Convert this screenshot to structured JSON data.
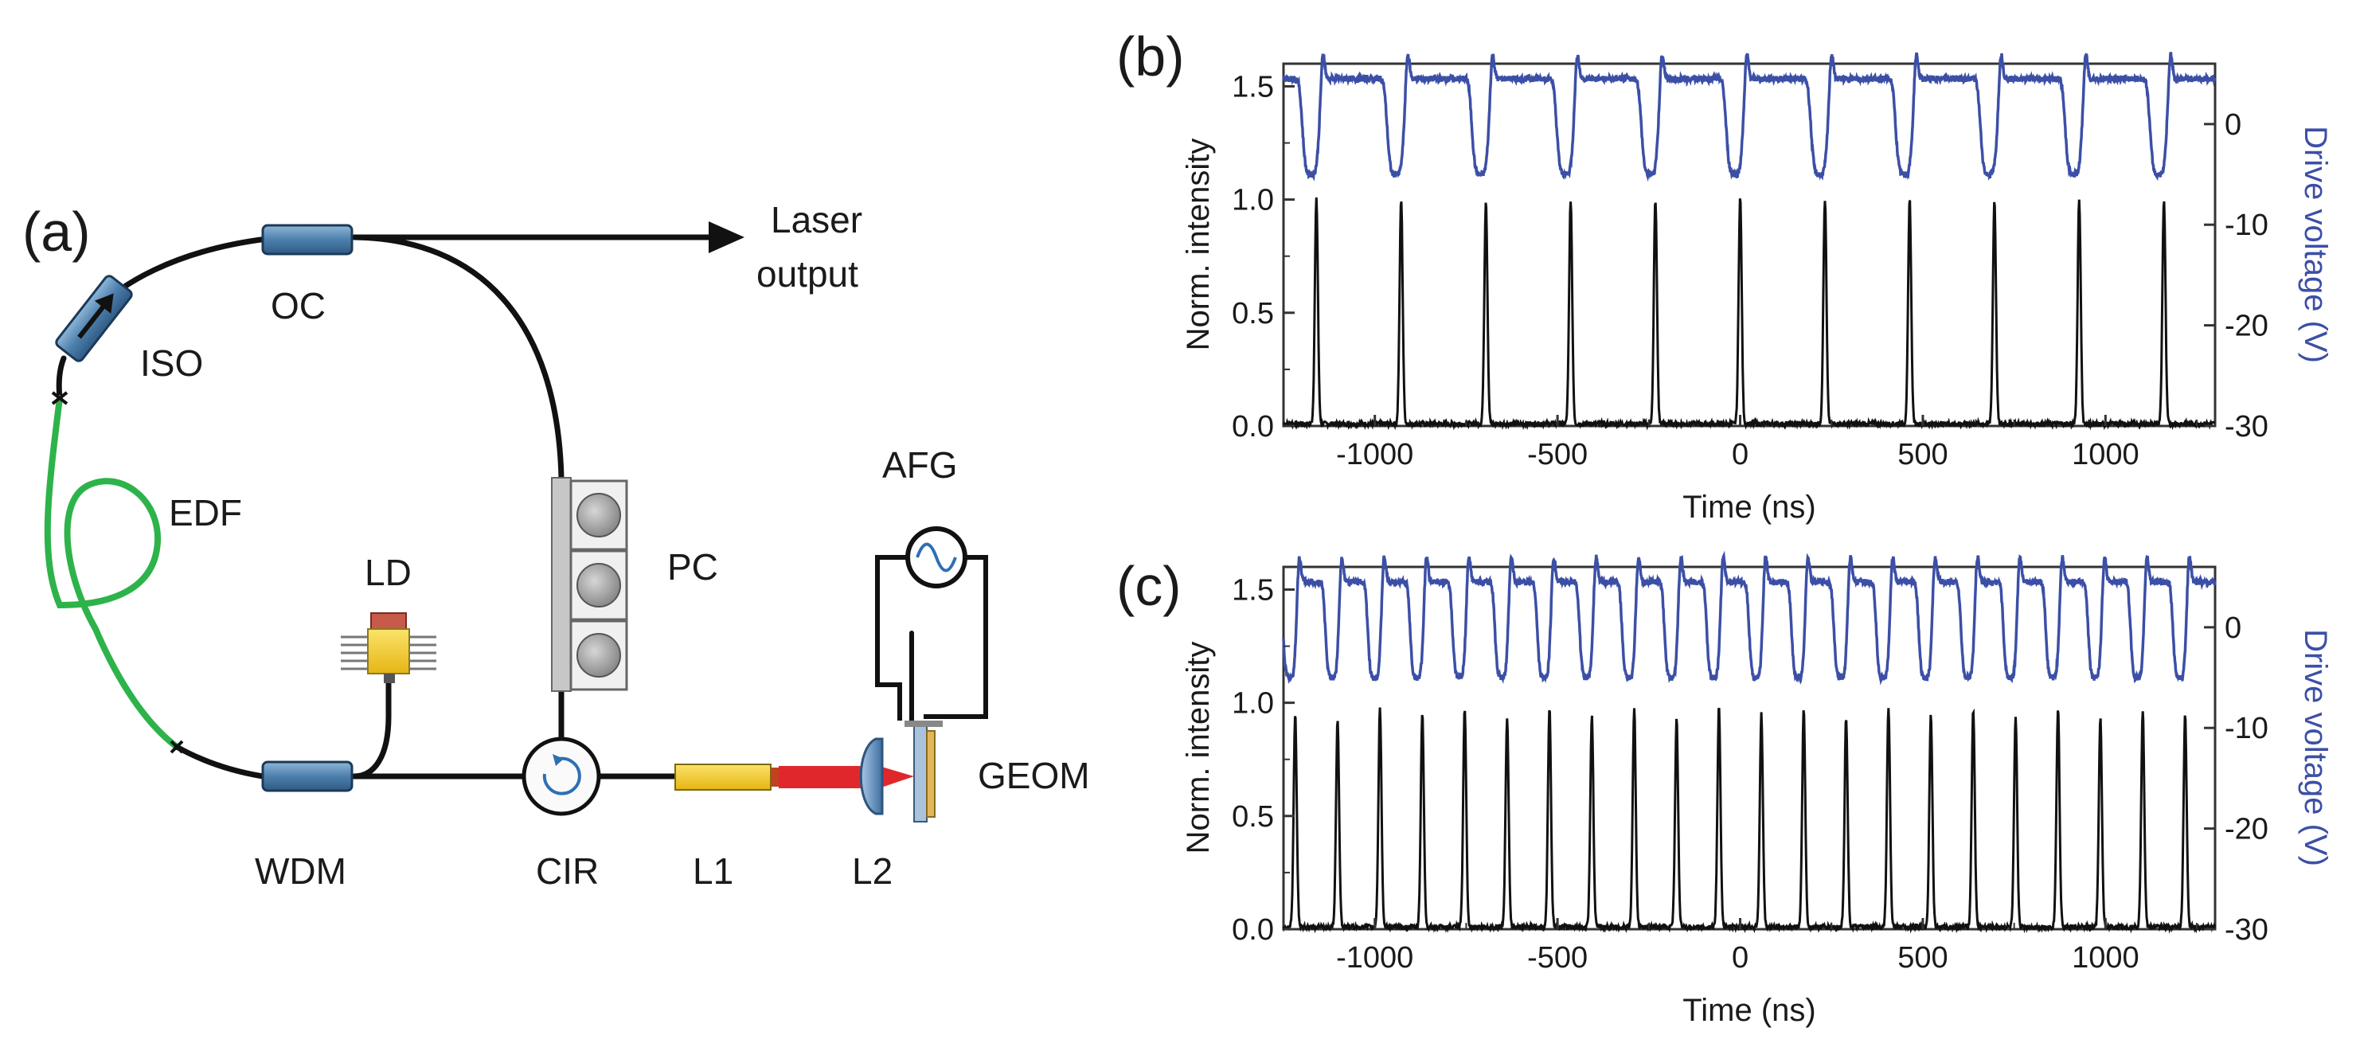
{
  "panels": {
    "a": "(a)",
    "b": "(b)",
    "c": "(c)"
  },
  "setup": {
    "labels": {
      "laser_output_1": "Laser",
      "laser_output_2": "output",
      "oc": "OC",
      "iso": "ISO",
      "edf": "EDF",
      "ld": "LD",
      "pc": "PC",
      "afg": "AFG",
      "wdm": "WDM",
      "cir": "CIR",
      "l1": "L1",
      "l2": "L2",
      "geom": "GEOM"
    },
    "colors": {
      "fiber": "#111111",
      "edf": "#2db34a",
      "coupler": "#5b8fb8",
      "lens_l1": "#f2cc2e",
      "beam": "#e0282c",
      "ld": "#f5d93a"
    }
  },
  "colors": {
    "intensity": "#111111",
    "drive": "#3c4fa6"
  },
  "chart_data": [
    {
      "id": "b",
      "type": "line",
      "xlabel": "Time (ns)",
      "ylabel": "Norm. intensity",
      "ylabel_right": "Drive voltage (V)",
      "xlim": [
        -1250,
        1300
      ],
      "ylim": [
        0.0,
        1.6
      ],
      "ylim_right": [
        -30,
        6
      ],
      "xticks": [
        -1000,
        -500,
        0,
        500,
        1000
      ],
      "xtick_labels": [
        "-1000",
        "-500",
        "0",
        "500",
        "1000"
      ],
      "yticks": [
        0.0,
        0.5,
        1.0,
        1.5
      ],
      "ytick_labels": [
        "0.0",
        "0.5",
        "1.0",
        "1.5"
      ],
      "yticks_right": [
        -30,
        -20,
        -10,
        0
      ],
      "ytick_right_labels": [
        "-30",
        "-20",
        "-10",
        "0"
      ],
      "series": [
        {
          "axis": "left",
          "kind": "pulses",
          "period_ns": 232,
          "phase_ns": 0,
          "baseline": 0.01,
          "peaks": [
            0.99,
            0.99,
            0.99,
            0.99,
            0.99,
            1.0,
            0.99,
            0.99,
            0.99,
            0.99,
            0.99
          ]
        },
        {
          "axis": "right",
          "kind": "drive",
          "period_ns": 232,
          "phase_ns": -15,
          "level_v": 4.5,
          "min_v": -5,
          "overshoot_v": 7.5
        }
      ]
    },
    {
      "id": "c",
      "type": "line",
      "xlabel": "Time (ns)",
      "ylabel": "Norm. intensity",
      "ylabel_right": "Drive voltage (V)",
      "xlim": [
        -1250,
        1300
      ],
      "ylim": [
        0.0,
        1.6
      ],
      "ylim_right": [
        -30,
        6
      ],
      "xticks": [
        -1000,
        -500,
        0,
        500,
        1000
      ],
      "xtick_labels": [
        "-1000",
        "-500",
        "0",
        "500",
        "1000"
      ],
      "yticks": [
        0.0,
        0.5,
        1.0,
        1.5
      ],
      "ytick_labels": [
        "0.0",
        "0.5",
        "1.0",
        "1.5"
      ],
      "yticks_right": [
        -30,
        -20,
        -10,
        0
      ],
      "ytick_right_labels": [
        "-30",
        "-20",
        "-10",
        "0"
      ],
      "series": [
        {
          "axis": "left",
          "kind": "pulses",
          "period_ns": 116,
          "phase_ns": 0,
          "baseline": 0.01,
          "peaks": [
            0.94,
            0.92,
            0.97,
            0.94,
            0.96,
            0.92,
            0.97,
            0.93,
            0.96,
            0.92,
            0.98,
            0.94,
            0.96,
            0.92,
            0.97,
            0.94,
            0.96,
            0.92,
            0.97,
            0.93,
            0.96,
            0.94
          ]
        },
        {
          "axis": "right",
          "kind": "drive",
          "period_ns": 116,
          "phase_ns": -15,
          "level_v": 4.5,
          "min_v": -5,
          "overshoot_v": 7.5
        }
      ]
    }
  ]
}
